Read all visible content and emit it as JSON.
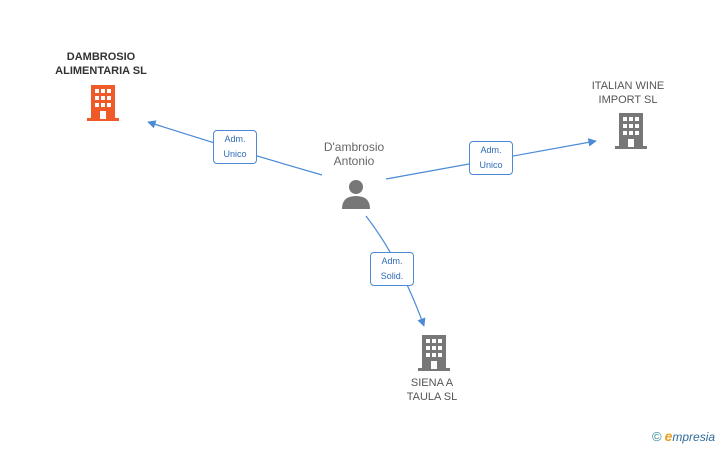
{
  "nodes": {
    "dambrosio_alimentaria": {
      "line1": "DAMBROSIO",
      "line2": "ALIMENTARIA SL",
      "color": "#f05a28"
    },
    "italian_wine": {
      "line1": "ITALIAN WINE",
      "line2": "IMPORT SL",
      "color": "#777777"
    },
    "siena": {
      "line1": "SIENA A",
      "line2": "TAULA SL",
      "color": "#777777"
    },
    "person": {
      "line1": "D'ambrosio",
      "line2": "Antonio",
      "color": "#777777"
    }
  },
  "edges": {
    "to_dambrosio": {
      "line1": "Adm.",
      "line2": "Unico"
    },
    "to_italian": {
      "line1": "Adm.",
      "line2": "Unico"
    },
    "to_siena": {
      "line1": "Adm.",
      "line2": "Solid."
    }
  },
  "edge_color": "#4a8ad6",
  "footer": {
    "copyright": "©",
    "brand_first": "e",
    "brand_rest": "mpresia"
  },
  "icons": {
    "company": "building-icon",
    "person": "person-icon"
  }
}
